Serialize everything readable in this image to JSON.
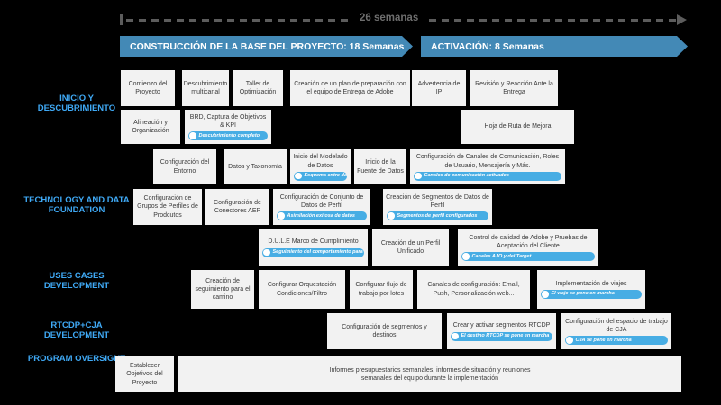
{
  "timeline": {
    "label": "26 semanas"
  },
  "phases": [
    {
      "label": "CONSTRUCCIÓN DE LA BASE DEL PROYECTO: 18 Semanas"
    },
    {
      "label": "ACTIVACIÓN: 8 Semanas"
    }
  ],
  "row_labels": [
    {
      "label": "INICIO Y DESCUBRIMIENTO"
    },
    {
      "label": "TECHNOLOGY AND DATA FOUNDATION"
    },
    {
      "label": "USES CASES DEVELOPMENT"
    },
    {
      "label": "RTCDP+CJA DEVELOPMENT"
    },
    {
      "label": "PROGRAM OVERSIGHT"
    }
  ],
  "tasks": [
    {
      "label": "Comienzo del Proyecto"
    },
    {
      "label": "Descubrimiento multicanal"
    },
    {
      "label": "Taller de Optimización"
    },
    {
      "label": "Creación de un plan de preparación con el equipo de Entrega de Adobe"
    },
    {
      "label": "Advertencia de IP"
    },
    {
      "label": "Revisión y Reacción Ante la Entrega"
    },
    {
      "label": "Alineación y Organización"
    },
    {
      "label": "BRD, Captura de Objetivos & KPI",
      "milestone": "Descubrimiento completo"
    },
    {
      "label": "Hoja de Ruta de Mejora"
    },
    {
      "label": "Configuración del Entorno"
    },
    {
      "label": "Datos y Taxonomía"
    },
    {
      "label": "Inicio del Modelado de Datos",
      "milestone": "Esquema entre datos"
    },
    {
      "label": "Inicio de la Fuente de Datos"
    },
    {
      "label": "Configuración de Canales de Comunicación, Roles de Usuario, Mensajería y Más.",
      "milestone": "Canales de comunicación activados"
    },
    {
      "label": "Configuración de Grupos de Perfiles de Prodcutos"
    },
    {
      "label": "Configuración de Conectores AEP"
    },
    {
      "label": "Configuración de Conjunto de Datos de Perfil",
      "milestone": "Asimilación exitosa de datos"
    },
    {
      "label": "Creación de Segmentos de Datos de Perfil",
      "milestone": "Segmentos de perfil configurados"
    },
    {
      "label": "D.U.L.E Marco de Cumplimiento",
      "milestone": "Seguimiento del comportamiento para web"
    },
    {
      "label": "Creación de un Perfil Unificado"
    },
    {
      "label": "Control de calidad de Adobe y Pruebas de Aceptación del Cliente",
      "milestone": "Canales AJO y del Target"
    },
    {
      "label": "Creación de seguimiento para el camino"
    },
    {
      "label": "Configurar Orquestación Condiciones/Filtro"
    },
    {
      "label": "Configurar flujo de trabajo por lotes"
    },
    {
      "label": "Canales de configuración: Email, Push, Personalización web..."
    },
    {
      "label": "Implementación de viajes",
      "milestone": "El viaje se pone en marcha"
    },
    {
      "label": "Configuración de segmentos y destinos"
    },
    {
      "label": "Crear y activar segmentos RTCDP",
      "milestone": "El destino RTCDP se pone en marcha"
    },
    {
      "label": "Configuración del espacio de trabajo de CJA",
      "milestone": "CJA se pone en marcha"
    },
    {
      "label": "Establecer Objetivos del Proyecto"
    },
    {
      "label": "Informes presupuestarios semanales, informes de situación y reuniones semanales del equipo durante la implementación"
    }
  ],
  "colors": {
    "background": "#000000",
    "phase_blue": "#4389B6",
    "milestone_blue": "#47ADE4",
    "label_blue": "#3FA9F5",
    "box_bg": "#F2F2F2"
  }
}
